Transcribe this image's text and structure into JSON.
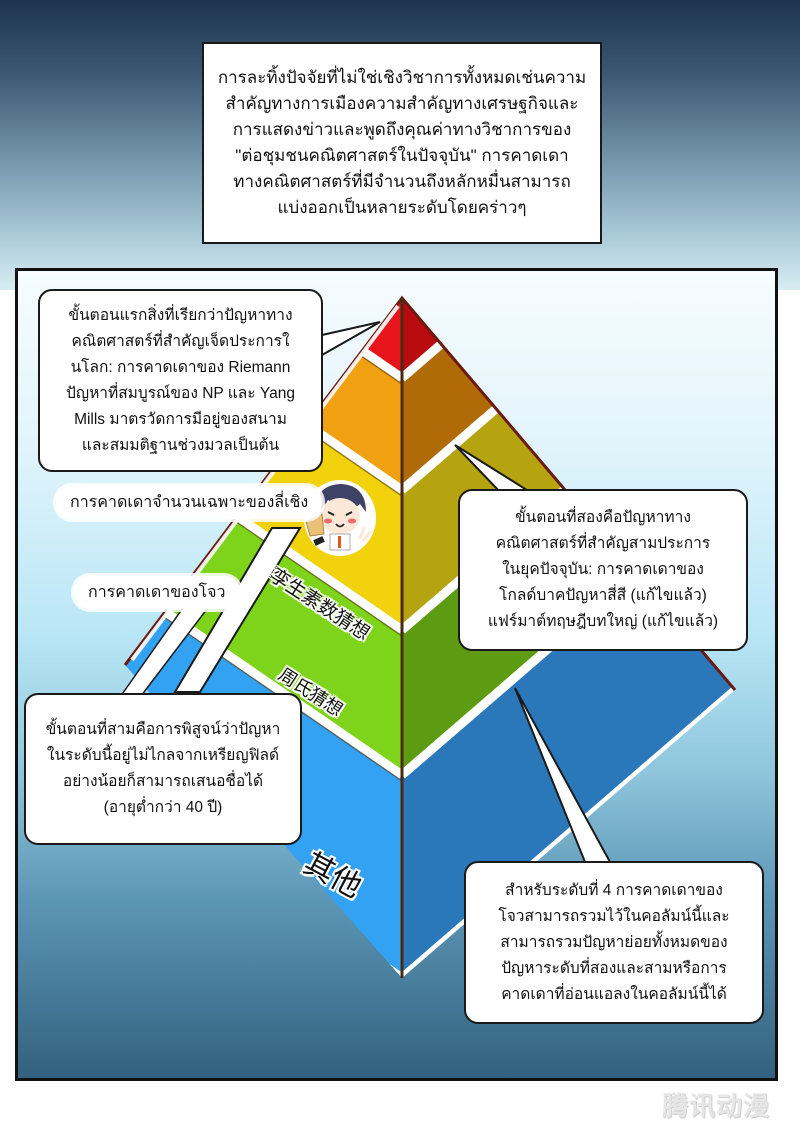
{
  "intro": {
    "lines": [
      "การละทิ้งปัจจัยที่ไม่ใช่เชิงวิชาการทั้งหมดเช่นความ",
      "สำคัญทางการเมืองความสำคัญทางเศรษฐกิจและ",
      "การแสดงข่าวและพูดถึงคุณค่าทางวิชาการของ",
      "\"ต่อชุมชนคณิตศาสตร์ในปัจจุบัน\" การคาดเดา",
      "ทางคณิตศาสตร์ที่มีจำนวนถึงหลักหมื่นสามารถ",
      "แบ่งออกเป็นหลายระดับโดยคร่าวๆ"
    ]
  },
  "pyramid": {
    "levels": [
      {
        "name": "level-1",
        "color_left": "#e8141c",
        "color_right": "#b80b10"
      },
      {
        "name": "level-2",
        "color_left": "#f0a010",
        "color_right": "#b06a08"
      },
      {
        "name": "level-3",
        "color_left": "#f2d20c",
        "color_right": "#b5a410",
        "label": "孪生素数猜想"
      },
      {
        "name": "level-4",
        "color_left": "#7ed41a",
        "color_right": "#5d9c12",
        "label": "周氏猜想"
      },
      {
        "name": "level-5",
        "color_left": "#33a2f2",
        "color_right": "#2a78ba",
        "label": "其他"
      }
    ],
    "outline_color": "#6b1a10"
  },
  "bubbles": {
    "level1": {
      "lines": [
        "ขั้นตอนแรกสิ่งที่เรียกว่าปัญหาทาง",
        "คณิตศาสตร์ที่สำคัญเจ็ดประการใ",
        "นโลก: การคาดเดาของ Riemann",
        "ปัญหาที่สมบูรณ์ของ NP และ Yang",
        "Mills มาตรวัดการมีอยู่ของสนาม",
        "และสมมติฐานช่วงมวลเป็นต้น"
      ]
    },
    "level2": {
      "lines": [
        "ขั้นตอนที่สองคือปัญหาทาง",
        "คณิตศาสตร์ที่สำคัญสามประการ",
        "ในยุคปัจจุบัน: การคาดเดาของ",
        "โกลด์บาคปัญหาสี่สี (แก้ไขแล้ว)",
        "แฟร์มาต์ทฤษฎีบทใหญ่ (แก้ไขแล้ว)"
      ]
    },
    "level3": {
      "lines": [
        "ขั้นตอนที่สามคือการพิสูจน์ว่าปัญหา",
        "ในระดับนี้อยู่ไม่ไกลจากเหรียญฟิลด์",
        "อย่างน้อยก็สามารถเสนอชื่อได้",
        "(อายุต่ำกว่า 40 ปี)"
      ]
    },
    "level4": {
      "lines": [
        "สำหรับระดับที่ 4 การคาดเดาของ",
        "โจวสามารถรวมไว้ในคอลัมน์นี้และ",
        "สามารถรวมปัญหาย่อยทั้งหมดของ",
        "ปัญหาระดับที่สองและสามหรือการ",
        "คาดเดาที่อ่อนแอลงในคอลัมน์นี้ได้"
      ]
    }
  },
  "labels": {
    "twin_prime": "การคาดเดาจำนวนเฉพาะของลี่เชิง",
    "zhou": "การคาดเดาของโจว"
  },
  "watermark": "腾讯动漫",
  "colors": {
    "panel_border": "#111111",
    "sky_top": "#f6fcff",
    "sky_bottom": "#33617f",
    "header_top": "#1e3350"
  }
}
